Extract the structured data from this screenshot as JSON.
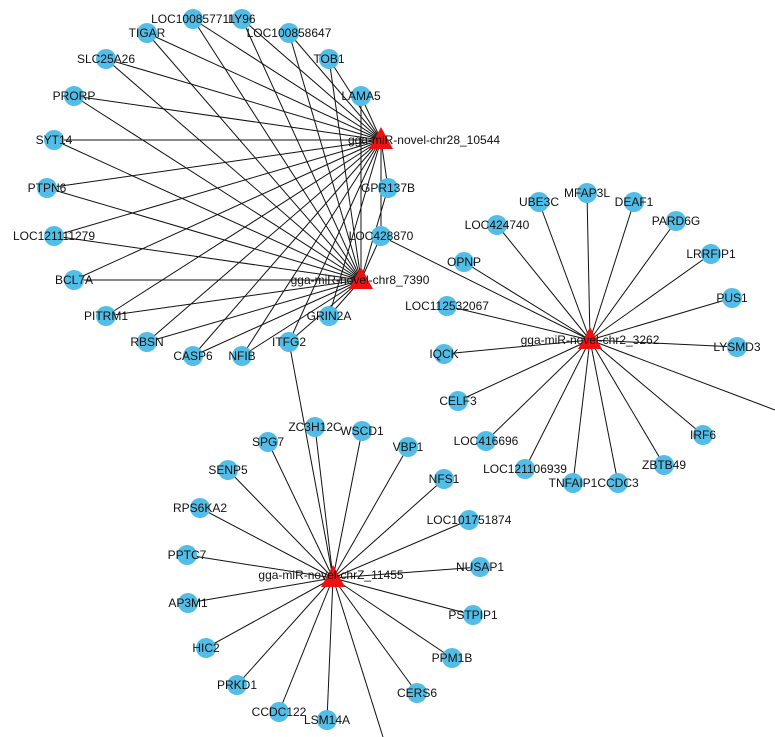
{
  "colors": {
    "gene_node": "#52bde6",
    "mirna_node": "#ee1111",
    "edge": "#111111"
  },
  "hubs": [
    {
      "id": "chr28",
      "label": "gga-miR-novel-chr28_10544"
    },
    {
      "id": "chr8",
      "label": "gga-miR-novel-chr8_7390"
    },
    {
      "id": "chr2",
      "label": "gga-miR-novel-chr2_3262"
    },
    {
      "id": "chrZ",
      "label": "gga-miR-novel-chrZ_11455"
    }
  ],
  "genes": [
    {
      "label": "LOC100857711",
      "targets": [
        "chr28",
        "chr8"
      ]
    },
    {
      "label": "LY96",
      "targets": [
        "chr28",
        "chr8"
      ]
    },
    {
      "label": "TIGAR",
      "targets": [
        "chr28",
        "chr8"
      ]
    },
    {
      "label": "LOC100858647",
      "targets": [
        "chr28",
        "chr8"
      ]
    },
    {
      "label": "SLC25A26",
      "targets": [
        "chr28",
        "chr8"
      ]
    },
    {
      "label": "TOB1",
      "targets": [
        "chr28",
        "chr8"
      ]
    },
    {
      "label": "PRORP",
      "targets": [
        "chr28",
        "chr8"
      ]
    },
    {
      "label": "LAMA5",
      "targets": [
        "chr28",
        "chr8"
      ]
    },
    {
      "label": "SYT14",
      "targets": [
        "chr28",
        "chr8"
      ]
    },
    {
      "label": "PTPN6",
      "targets": [
        "chr28",
        "chr8"
      ]
    },
    {
      "label": "GPR137B",
      "targets": [
        "chr28",
        "chr8"
      ]
    },
    {
      "label": "LOC121111279",
      "targets": [
        "chr28",
        "chr8"
      ]
    },
    {
      "label": "LOC428870",
      "targets": [
        "chr28",
        "chr8",
        "chr2"
      ]
    },
    {
      "label": "BCL7A",
      "targets": [
        "chr28",
        "chr8"
      ]
    },
    {
      "label": "PITRM1",
      "targets": [
        "chr28",
        "chr8"
      ]
    },
    {
      "label": "GRIN2A",
      "targets": [
        "chr28",
        "chr8"
      ]
    },
    {
      "label": "RBSN",
      "targets": [
        "chr28",
        "chr8"
      ]
    },
    {
      "label": "ITFG2",
      "targets": [
        "chr28",
        "chr8",
        "chrZ"
      ]
    },
    {
      "label": "CASP6",
      "targets": [
        "chr28",
        "chr8"
      ]
    },
    {
      "label": "NFIB",
      "targets": [
        "chr28",
        "chr8"
      ]
    },
    {
      "label": "UBE3C",
      "targets": [
        "chr2"
      ]
    },
    {
      "label": "MFAP3L",
      "targets": [
        "chr2"
      ]
    },
    {
      "label": "DEAF1",
      "targets": [
        "chr2"
      ]
    },
    {
      "label": "LOC424740",
      "targets": [
        "chr2"
      ]
    },
    {
      "label": "PARD6G",
      "targets": [
        "chr2"
      ]
    },
    {
      "label": "OPNP",
      "targets": [
        "chr2"
      ]
    },
    {
      "label": "LRRFIP1",
      "targets": [
        "chr2"
      ]
    },
    {
      "label": "LOC112532067",
      "targets": [
        "chr2"
      ]
    },
    {
      "label": "PUS1",
      "targets": [
        "chr2"
      ]
    },
    {
      "label": "IQCK",
      "targets": [
        "chr2"
      ]
    },
    {
      "label": "LYSMD3",
      "targets": [
        "chr2"
      ]
    },
    {
      "label": "CELF3",
      "targets": [
        "chr2"
      ]
    },
    {
      "label": "IRF6",
      "targets": [
        "chr2"
      ]
    },
    {
      "label": "LOC416696",
      "targets": [
        "chr2"
      ]
    },
    {
      "label": "ZBTB49",
      "targets": [
        "chr2"
      ]
    },
    {
      "label": "LOC121106939",
      "targets": [
        "chr2"
      ]
    },
    {
      "label": "TNFAIP1",
      "targets": [
        "chr2"
      ]
    },
    {
      "label": "CCDC3",
      "targets": [
        "chr2"
      ]
    },
    {
      "label": "ZC3H12C",
      "targets": [
        "chrZ"
      ]
    },
    {
      "label": "WSCD1",
      "targets": [
        "chrZ"
      ]
    },
    {
      "label": "SPG7",
      "targets": [
        "chrZ"
      ]
    },
    {
      "label": "VBP1",
      "targets": [
        "chrZ"
      ]
    },
    {
      "label": "SENP5",
      "targets": [
        "chrZ"
      ]
    },
    {
      "label": "NFS1",
      "targets": [
        "chrZ"
      ]
    },
    {
      "label": "RPS6KA2",
      "targets": [
        "chrZ"
      ]
    },
    {
      "label": "LOC101751874",
      "targets": [
        "chrZ"
      ]
    },
    {
      "label": "PPTC7",
      "targets": [
        "chrZ"
      ]
    },
    {
      "label": "NUSAP1",
      "targets": [
        "chrZ"
      ]
    },
    {
      "label": "AP3M1",
      "targets": [
        "chrZ"
      ]
    },
    {
      "label": "PSTPIP1",
      "targets": [
        "chrZ"
      ]
    },
    {
      "label": "HIC2",
      "targets": [
        "chrZ"
      ]
    },
    {
      "label": "PPM1B",
      "targets": [
        "chrZ"
      ]
    },
    {
      "label": "PRKD1",
      "targets": [
        "chrZ"
      ]
    },
    {
      "label": "CERS6",
      "targets": [
        "chrZ"
      ]
    },
    {
      "label": "CCDC122",
      "targets": [
        "chrZ"
      ]
    },
    {
      "label": "LSM14A",
      "targets": [
        "chrZ"
      ]
    }
  ]
}
